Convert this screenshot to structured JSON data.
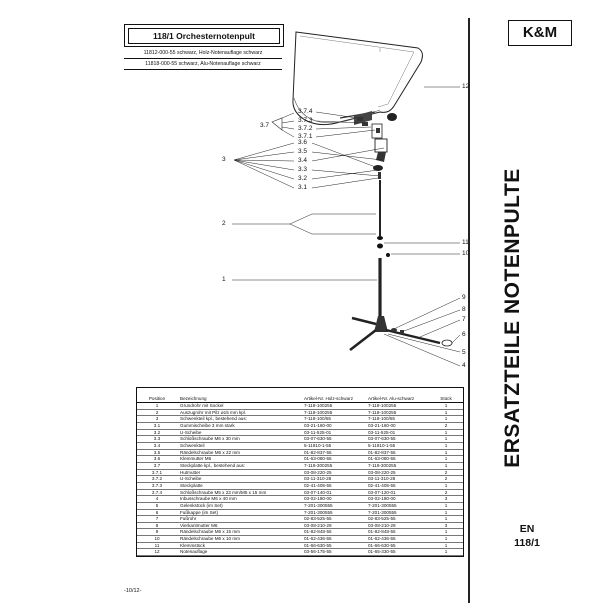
{
  "brand": {
    "logo_text": "K&M"
  },
  "side": {
    "vertical_title": "ERSATZTEILE NOTENPULTE",
    "lang": "EN",
    "model": "118/1"
  },
  "product": {
    "title": "118/1 Orchesternotenpult",
    "variants": [
      "11812-000-55 schwarz, Holz-Notenauflage schwarz",
      "11818-000-55 schwarz, Alu-Notenauflage schwarz"
    ]
  },
  "diagram": {
    "left_labels": {
      "group37": "3.7",
      "group3": "3",
      "part2": "2",
      "part1": "1"
    },
    "sub37": [
      "3.7.4",
      "3.7.3",
      "3.7.2",
      "3.7.1"
    ],
    "sub3": [
      "3.6",
      "3.5",
      "3.4",
      "3.3",
      "3.2",
      "3.1"
    ],
    "right_labels": [
      "12",
      "11",
      "10",
      "9",
      "8",
      "7",
      "6",
      "5",
      "4"
    ]
  },
  "parts_table": {
    "headers": [
      "Position",
      "Bezeichnung",
      "Artikel-Nr. Holz-schwarz",
      "Artikel-Nr. Alu-schwarz",
      "Stück"
    ],
    "rows": [
      [
        "1",
        "Grundrohr mit Sockel",
        "7-118-100255",
        "7-118-100255",
        "1"
      ],
      [
        "2",
        "Auszugrohr mit Pilz ø15 mm kpl.",
        "7-118-100255",
        "7-118-100255",
        "1"
      ],
      [
        "3",
        "Schwenkteil kpl., bestehend aus:",
        "7-118-100/55",
        "7-118-100/55",
        "1"
      ],
      [
        "3.1",
        "Gummischeibe 3 mm stark",
        "03-21-160-00",
        "03-21-160-00",
        "2"
      ],
      [
        "3.2",
        "U-Scheibe",
        "03-11-525-01",
        "03-11-525-01",
        "1"
      ],
      [
        "3.3",
        "Schloßschraube M6 x 30 mm",
        "03-07-630-55",
        "03-07-630-55",
        "1"
      ],
      [
        "3.4",
        "Schwenkteil",
        "5-11810-1-55",
        "5-11810-1-55",
        "1"
      ],
      [
        "3.5",
        "Rändelschraube M6 x 22 mm",
        "01-82-837-55",
        "01-82-837-55",
        "1"
      ],
      [
        "3.6",
        "Klemmutter M6",
        "01-63-080-55",
        "01-63-080-55",
        "1"
      ],
      [
        "3.7",
        "Steckplatte kpl., bestehend aus:",
        "7-118-300255",
        "7-118-300255",
        "1"
      ],
      [
        "3.7.1",
        "Hutmutter",
        "03-08-220-25",
        "03-08-220-25",
        "2"
      ],
      [
        "3.7.2",
        "U-Scheibe",
        "03-11-310-28",
        "03-11-310-28",
        "2"
      ],
      [
        "3.7.3",
        "Steckplatte",
        "02-41-405-55",
        "02-41-405-55",
        "1"
      ],
      [
        "3.7.4",
        "Schloßschraube M5 x 23 mm/M5 x 15 mm",
        "03-07-140-01",
        "03-07-120-01",
        "2"
      ],
      [
        "4",
        "Inbusschraube M6 x 40 mm",
        "03-02-180-00",
        "03-02-180-00",
        "3"
      ],
      [
        "5",
        "Gelenkstück (im Set)",
        "7-201-300555",
        "7-201-300555",
        "1"
      ],
      [
        "6",
        "Fußkappe (im Set)",
        "7-201-300555",
        "7-201-300555",
        "1"
      ],
      [
        "7",
        "Fußrohr",
        "02-83-525-55",
        "02-83-525-55",
        "1"
      ],
      [
        "8",
        "Vierkantmutter M6",
        "03-08-210-29",
        "03-08-210-29",
        "3"
      ],
      [
        "9",
        "Rändelschraube M6 x 15 mm",
        "01-82-848-55",
        "01-82-848-55",
        "1"
      ],
      [
        "10",
        "Rändelschraube M6 x 10 mm",
        "01-62-436-55",
        "01-62-436-55",
        "1"
      ],
      [
        "11",
        "Klemmstück",
        "01-66-630-55",
        "01-66-630-55",
        "1"
      ],
      [
        "12",
        "Notenauflage",
        "03-56-175-55",
        "01-65-330-55",
        "1"
      ]
    ]
  },
  "footer": {
    "page_number": "-10/12-"
  }
}
